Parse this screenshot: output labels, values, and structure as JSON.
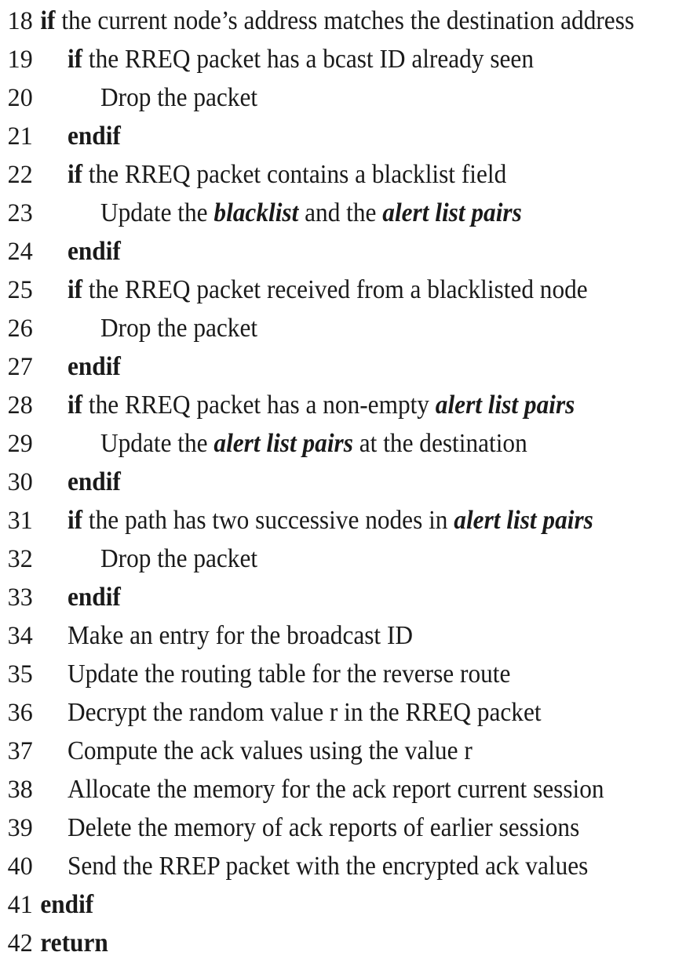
{
  "document": {
    "type": "algorithm-pseudocode-listing",
    "background_color": "#ffffff",
    "text_color": "#1a1a1a",
    "first_line_number": 18,
    "last_line_number": 42,
    "indent_levels": [
      0,
      1,
      2
    ],
    "keywords": [
      "if",
      "endif",
      "return"
    ],
    "emphasized_terms": [
      "blacklist",
      "alert list pairs"
    ]
  },
  "lines": [
    {
      "number": "18",
      "indent": 0,
      "text": "if the current node’s address matches the destination address",
      "segments": [
        {
          "text": "if",
          "style": "keyword"
        },
        {
          "text": " the current node’s address matches the destination address",
          "style": "plain"
        }
      ]
    },
    {
      "number": "19",
      "indent": 1,
      "text": "if the RREQ packet has a bcast ID already seen",
      "segments": [
        {
          "text": "if",
          "style": "keyword"
        },
        {
          "text": " the RREQ packet has a bcast ID already seen",
          "style": "plain"
        }
      ]
    },
    {
      "number": "20",
      "indent": 2,
      "text": "Drop the packet",
      "segments": [
        {
          "text": "Drop the packet",
          "style": "plain"
        }
      ]
    },
    {
      "number": "21",
      "indent": 1,
      "text": "endif",
      "segments": [
        {
          "text": "endif",
          "style": "keyword"
        }
      ]
    },
    {
      "number": "22",
      "indent": 1,
      "text": "if the RREQ packet contains a blacklist field",
      "segments": [
        {
          "text": "if",
          "style": "keyword"
        },
        {
          "text": " the RREQ packet contains a blacklist field",
          "style": "plain"
        }
      ]
    },
    {
      "number": "23",
      "indent": 2,
      "text": "Update the blacklist and the alert list pairs",
      "segments": [
        {
          "text": "Update the ",
          "style": "plain"
        },
        {
          "text": "blacklist",
          "style": "term"
        },
        {
          "text": " and the ",
          "style": "plain"
        },
        {
          "text": "alert list pairs",
          "style": "term"
        }
      ]
    },
    {
      "number": "24",
      "indent": 1,
      "text": "endif",
      "segments": [
        {
          "text": "endif",
          "style": "keyword"
        }
      ]
    },
    {
      "number": "25",
      "indent": 1,
      "text": "if the RREQ packet received from a blacklisted node",
      "segments": [
        {
          "text": "if",
          "style": "keyword"
        },
        {
          "text": " the RREQ packet received from a blacklisted node",
          "style": "plain"
        }
      ]
    },
    {
      "number": "26",
      "indent": 2,
      "text": "Drop the packet",
      "segments": [
        {
          "text": "Drop the packet",
          "style": "plain"
        }
      ]
    },
    {
      "number": "27",
      "indent": 1,
      "text": "endif",
      "segments": [
        {
          "text": "endif",
          "style": "keyword"
        }
      ]
    },
    {
      "number": "28",
      "indent": 1,
      "text": "if the RREQ packet has a non-empty alert list pairs",
      "segments": [
        {
          "text": "if",
          "style": "keyword"
        },
        {
          "text": " the RREQ packet has a non-empty ",
          "style": "plain"
        },
        {
          "text": "alert list pairs",
          "style": "term"
        }
      ]
    },
    {
      "number": "29",
      "indent": 2,
      "text": "Update the alert list pairs at the destination",
      "segments": [
        {
          "text": "Update the ",
          "style": "plain"
        },
        {
          "text": "alert list pairs",
          "style": "term"
        },
        {
          "text": " at the destination",
          "style": "plain"
        }
      ]
    },
    {
      "number": "30",
      "indent": 1,
      "text": "endif",
      "segments": [
        {
          "text": "endif",
          "style": "keyword"
        }
      ]
    },
    {
      "number": "31",
      "indent": 1,
      "text": "if the path has two successive nodes in alert list pairs",
      "segments": [
        {
          "text": "if",
          "style": "keyword"
        },
        {
          "text": " the path has two successive nodes in ",
          "style": "plain"
        },
        {
          "text": "alert list pairs",
          "style": "term"
        }
      ]
    },
    {
      "number": "32",
      "indent": 2,
      "text": "Drop the packet",
      "segments": [
        {
          "text": "Drop the packet",
          "style": "plain"
        }
      ]
    },
    {
      "number": "33",
      "indent": 1,
      "text": "endif",
      "segments": [
        {
          "text": "endif",
          "style": "keyword"
        }
      ]
    },
    {
      "number": "34",
      "indent": 1,
      "text": "Make an entry for the broadcast ID",
      "segments": [
        {
          "text": "Make an entry for the broadcast ID",
          "style": "plain"
        }
      ]
    },
    {
      "number": "35",
      "indent": 1,
      "text": "Update the routing table for the reverse route",
      "segments": [
        {
          "text": "Update the routing table for the reverse route",
          "style": "plain"
        }
      ]
    },
    {
      "number": "36",
      "indent": 1,
      "text": "Decrypt the random value r in the RREQ packet",
      "segments": [
        {
          "text": "Decrypt the random value r in the RREQ packet",
          "style": "plain"
        }
      ]
    },
    {
      "number": "37",
      "indent": 1,
      "text": "Compute the ack values using the value r",
      "segments": [
        {
          "text": "Compute the ack values using the value r",
          "style": "plain"
        }
      ]
    },
    {
      "number": "38",
      "indent": 1,
      "text": "Allocate the memory for the ack report current session",
      "segments": [
        {
          "text": "Allocate the memory for the ack report current session",
          "style": "plain"
        }
      ]
    },
    {
      "number": "39",
      "indent": 1,
      "text": "Delete the memory of ack reports of earlier sessions",
      "segments": [
        {
          "text": "Delete the memory of ack reports of earlier sessions",
          "style": "plain"
        }
      ]
    },
    {
      "number": "40",
      "indent": 1,
      "text": "Send the RREP packet with the encrypted ack values",
      "segments": [
        {
          "text": "Send the RREP packet with the encrypted ack values",
          "style": "plain"
        }
      ]
    },
    {
      "number": "41",
      "indent": 0,
      "text": "endif",
      "segments": [
        {
          "text": "endif",
          "style": "keyword"
        }
      ]
    },
    {
      "number": "42",
      "indent": 0,
      "text": "return",
      "segments": [
        {
          "text": "return",
          "style": "keyword"
        }
      ]
    }
  ]
}
